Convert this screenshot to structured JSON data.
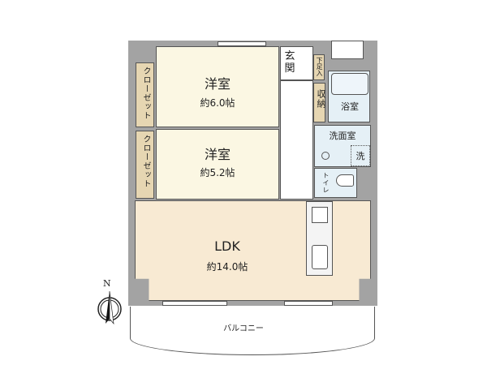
{
  "rooms": {
    "western1": {
      "name": "洋室",
      "area": "約6.0帖"
    },
    "western2": {
      "name": "洋室",
      "area": "約5.2帖"
    },
    "ldk": {
      "name": "LDK",
      "area": "約14.0帖"
    },
    "entrance": "玄関",
    "shoe_storage": "下足入",
    "storage": "収納",
    "bathroom": "浴室",
    "washroom": "洗面室",
    "washer": "洗",
    "toilet": "トイレ",
    "closet1": "クローゼット",
    "closet2": "クローゼット",
    "balcony": "バルコニー"
  },
  "compass": {
    "label": "N"
  },
  "colors": {
    "wall": "#a3a3a3",
    "western": "#fbf7e3",
    "ldk": "#f8ead3",
    "closet": "#e6d6b2",
    "wet": "#e5f0f6"
  }
}
